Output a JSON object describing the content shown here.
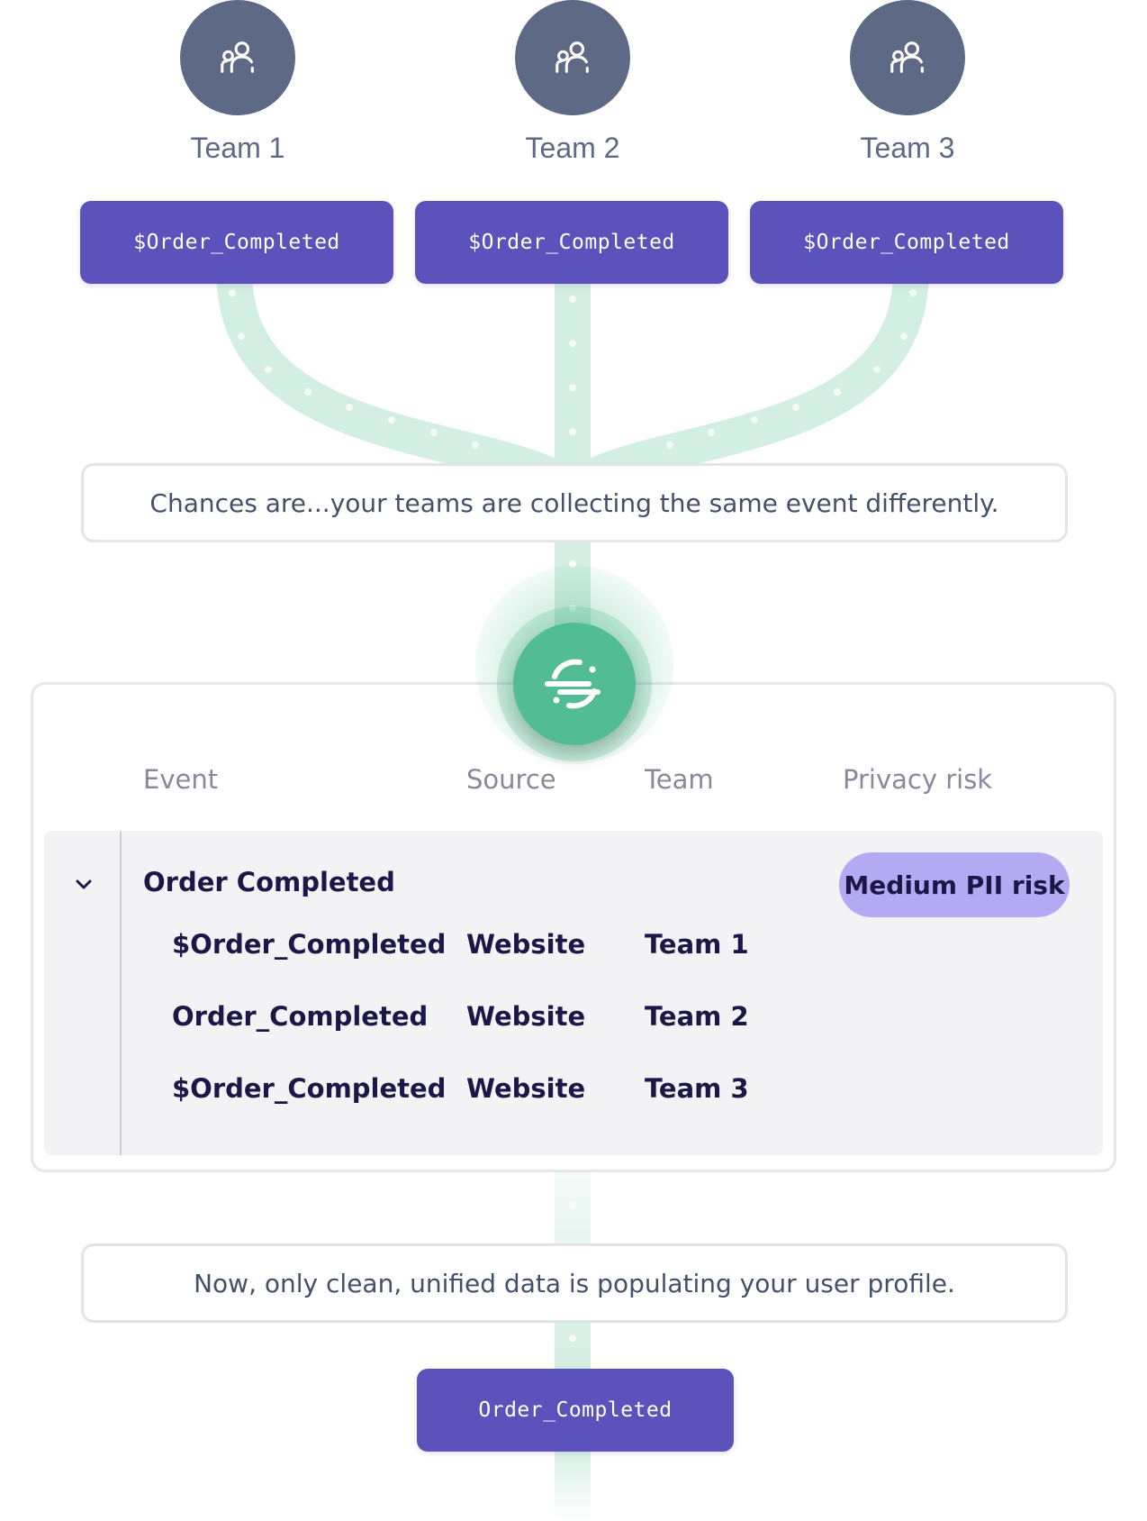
{
  "teams": [
    {
      "label": "Team 1",
      "icon": "users-icon",
      "event": "$Order_Completed"
    },
    {
      "label": "Team 2",
      "icon": "users-icon",
      "event": "$Order_Completed"
    },
    {
      "label": "Team 3",
      "icon": "users-icon",
      "event": "$Order_Completed"
    }
  ],
  "messages": {
    "top": "Chances are...your teams are collecting the same event differently.",
    "bottom": "Now, only clean, unified data is populating your user profile."
  },
  "logo": {
    "icon": "segment-logo-icon",
    "color": "#52bd94"
  },
  "table": {
    "headers": {
      "event": "Event",
      "source": "Source",
      "team": "Team",
      "privacy_risk": "Privacy risk"
    },
    "group": {
      "title": "Order Completed",
      "risk": "Medium PII risk",
      "expand_icon": "chevron-down-icon"
    },
    "rows": [
      {
        "event": "$Order_Completed",
        "source": "Website",
        "team": "Team 1"
      },
      {
        "event": "Order_Completed",
        "source": "Website",
        "team": "Team 2"
      },
      {
        "event": "$Order_Completed",
        "source": "Website",
        "team": "Team 3"
      }
    ]
  },
  "output_event": "Order_Completed",
  "colors": {
    "avatar": "#5d6985",
    "event_pill": "#5b52bb",
    "flow": "#d3eee3",
    "brand_green": "#52bd94",
    "risk_badge": "#b4a9f3",
    "text_dark": "#1c1746"
  }
}
